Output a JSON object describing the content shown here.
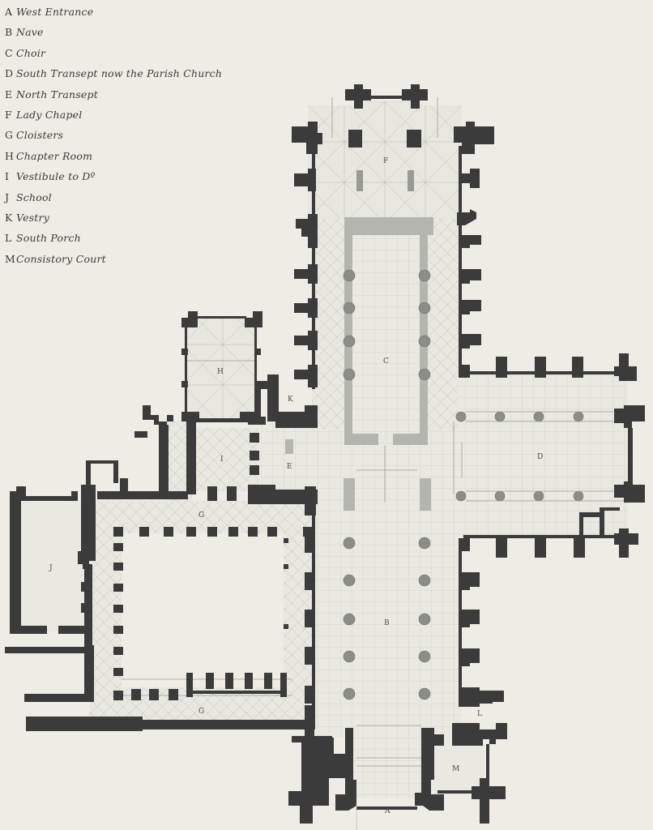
{
  "legend": [
    {
      "key": "A",
      "label": "West Entrance"
    },
    {
      "key": "B",
      "label": "Nave"
    },
    {
      "key": "C",
      "label": "Choir"
    },
    {
      "key": "D",
      "label": "South Transept now the Parish Church"
    },
    {
      "key": "E",
      "label": "North Transept"
    },
    {
      "key": "F",
      "label": "Lady Chapel"
    },
    {
      "key": "G",
      "label": "Cloisters"
    },
    {
      "key": "H",
      "label": "Chapter Room"
    },
    {
      "key": "I",
      "label": "Vestibule to Dº"
    },
    {
      "key": "J",
      "label": "School"
    },
    {
      "key": "K",
      "label": "Vestry"
    },
    {
      "key": "L",
      "label": "South Porch"
    },
    {
      "key": "M",
      "label": "Consistory Court"
    }
  ],
  "plan_labels": {
    "A": "A",
    "B": "B",
    "C": "C",
    "D": "D",
    "E": "E",
    "F": "F",
    "G1": "G",
    "G2": "G",
    "H": "H",
    "I": "I",
    "J": "J",
    "K": "K",
    "L": "L",
    "M": "M"
  },
  "colors": {
    "paper": "#eeece4",
    "wall": "#3b3b3b",
    "floor": "#e9e8e1",
    "grid": "#b8b7b0",
    "pier": "#8d8d88",
    "shade": "#b5b5b0"
  }
}
